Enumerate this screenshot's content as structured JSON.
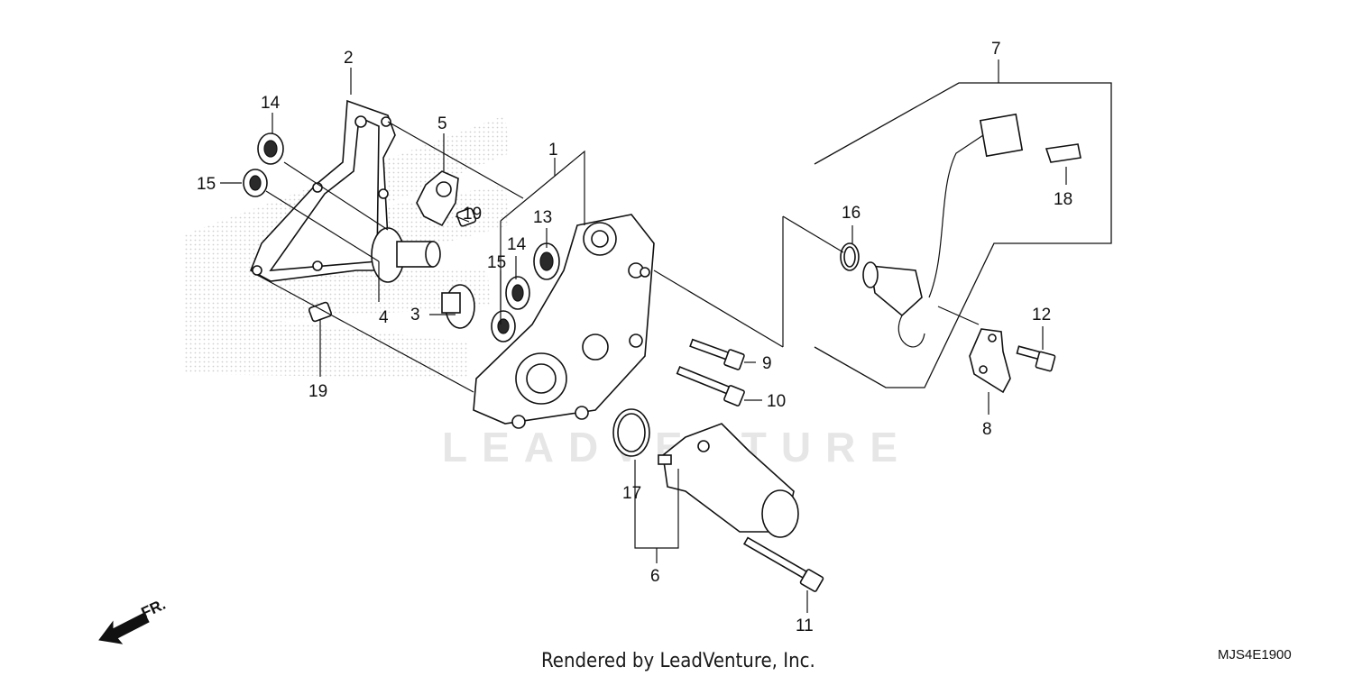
{
  "callouts": [
    "1",
    "2",
    "3",
    "4",
    "5",
    "6",
    "7",
    "8",
    "9",
    "10",
    "11",
    "12",
    "13",
    "14",
    "14",
    "15",
    "15",
    "16",
    "17",
    "18",
    "19",
    "19"
  ],
  "footer": {
    "rendered_by": "Rendered by LeadVenture, Inc.",
    "diagram_code": "MJS4E1900"
  },
  "front_indicator": "FR.",
  "watermark": {
    "brand_text": "LEADVENTURE"
  }
}
